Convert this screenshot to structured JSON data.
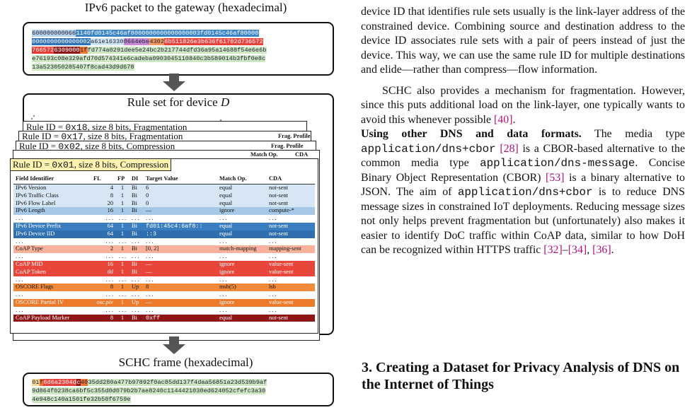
{
  "figure": {
    "top_title": "IPv6 packet to the gateway (hexadecimal)",
    "bottom_title": "SCHC frame (hexadecimal)",
    "ruleset_title": "Rule set for device",
    "ruleset_var": "D",
    "hex_top_lines": [
      [
        [
          "600000000066",
          "#b8d4ec"
        ],
        [
          "1140fd0145c46af8000000000000000003fd0145c46af80000",
          "#3d86c6"
        ]
      ],
      [
        [
          "0000000000000002",
          "#2f72b8"
        ],
        [
          "a61e16330",
          "#cfe6f7"
        ],
        [
          "0664ebe",
          "#c78bd6"
        ],
        [
          "4302",
          "#f39a5d"
        ],
        [
          "6b511826e3b636f61702d736572",
          "#e8413c"
        ]
      ],
      [
        [
          "766572",
          "#e53b33"
        ],
        [
          "6309000",
          "#8b1a1a"
        ],
        [
          "1f",
          "#ee7733"
        ],
        [
          "fd774a0291dee5e24bc2b217744dfd36a95a14688f54e6e6b",
          "#cfe8c4"
        ]
      ],
      [
        [
          "e76193c08e329afd70d574341e6cadeba0903045110840c3b589014b3fbf0e8c",
          "#cfe8c4"
        ]
      ],
      [
        [
          "13a523050285407f8cad43d9d678",
          "#cfe8c4"
        ]
      ]
    ],
    "hex_bottom_lines": [
      [
        [
          "01",
          "#f6d79a"
        ],
        [
          "f",
          "#ee7733"
        ],
        [
          "6d6a2304d",
          "#e8413c"
        ],
        [
          "c",
          "#8b1a1a"
        ],
        [
          "40",
          "#ee7733"
        ],
        [
          "35dd280a477b97892f0ac85dd137f4daa56851a23d539b9af",
          "#cfe8c4"
        ]
      ],
      [
        [
          "9d864f0238ca6bf5c355d0d079b2b7ae8240c1144421030ed624052cfefc3a30",
          "#cfe8c4"
        ]
      ],
      [
        [
          "4e948c140a1501fe32b50f6759e",
          "#cfe8c4"
        ]
      ]
    ],
    "rule_headers": [
      {
        "prefix": "Rule ID = ",
        "mono": "0x18",
        "suffix": ", size 8 bits, Fragmentation"
      },
      {
        "prefix": "Rule ID = ",
        "mono": "0x17",
        "suffix": ", size 8 bits, Fragmentation"
      },
      {
        "prefix": "Rule ID = ",
        "mono": "0x02",
        "suffix": ", size 8 bits, Compression"
      },
      {
        "prefix": "Rule ID = ",
        "mono": "0x01",
        "suffix": ", size 8 bits, Compression"
      }
    ],
    "frag_profile_1": "Frag. Profile",
    "frag_profile_2": "Frag. Profile",
    "back_match_op": "Match Op.",
    "back_cda": "CDA",
    "back_dots": ". . .",
    "columns": [
      "Field Identifier",
      "FL",
      "FP",
      "DI",
      "Target Value",
      "Match Op.",
      "CDA"
    ],
    "rows": [
      {
        "cells": [
          "IPv6 Version",
          "4",
          "1",
          "Bi",
          "6",
          "equal",
          "not-sent"
        ],
        "bg": "#d6e6f4",
        "fg": "#111"
      },
      {
        "cells": [
          "IPv6 Traffic Class",
          "8",
          "1",
          "Bi",
          "0",
          "equal",
          "not-sent"
        ],
        "bg": "#d6e6f4",
        "fg": "#111"
      },
      {
        "cells": [
          "IPv6 Flow Label",
          "20",
          "1",
          "Bi",
          "0",
          "equal",
          "not-sent"
        ],
        "bg": "#d6e6f4",
        "fg": "#111"
      },
      {
        "cells": [
          "IPv6 Length",
          "16",
          "1",
          "Bi",
          "—",
          "ignore",
          "compute-*"
        ],
        "bg": "#a7c8e6",
        "fg": "#111"
      },
      {
        "dots": true
      },
      {
        "cells": [
          "IPv6 Device Prefix",
          "64",
          "1",
          "Bi",
          "fd01:45c4:6af8::",
          "equal",
          "not-sent"
        ],
        "bg": "#3a7ebf",
        "fg": "#ffffff",
        "monoTV": true
      },
      {
        "cells": [
          "IPv6 Device IID",
          "64",
          "1",
          "Bi",
          "::3",
          "equal",
          "not-sent"
        ],
        "bg": "#2f6faf",
        "fg": "#ffffff",
        "monoTV": true
      },
      {
        "dots": true
      },
      {
        "cells": [
          "CoAP Type",
          "2",
          "1",
          "Bi",
          "[0, 2]",
          "match-mapping",
          "mapping-sent"
        ],
        "bg": "#f8b29b",
        "fg": "#111"
      },
      {
        "dots": true
      },
      {
        "cells": [
          "CoAP MID",
          "16",
          "1",
          "Bi",
          "—",
          "ignore",
          "value-sent"
        ],
        "bg": "#e8463a",
        "fg": "#ffffff"
      },
      {
        "cells": [
          "CoAP Token",
          "tkl",
          "1",
          "Bi",
          "—",
          "ignore",
          "value-sent"
        ],
        "bg": "#e8463a",
        "fg": "#ffffff",
        "italicFL": true
      },
      {
        "dots": true
      },
      {
        "cells": [
          "OSCORE Flags",
          "8",
          "1",
          "Up",
          "8",
          "msb(5)",
          "lsb"
        ],
        "bg": "#f28a3c",
        "fg": "#111"
      },
      {
        "dots": true
      },
      {
        "cells": [
          "OSCORE Partial IV",
          "osc.piv",
          "1",
          "Up",
          "—",
          "ignore",
          "value-sent"
        ],
        "bg": "#ec7a2a",
        "fg": "#ffffff",
        "italicFL": true
      },
      {
        "dots": true
      },
      {
        "cells": [
          "CoAP Payload Marker",
          "8",
          "1",
          "Bi",
          "0xff",
          "equal",
          "not-sent"
        ],
        "bg": "#8e1616",
        "fg": "#ffffff",
        "monoTV": true
      }
    ],
    "dots_row": [
      ". . .",
      ". . .",
      ". . .",
      ". . .",
      ". . .",
      ". . .",
      ". . ."
    ]
  },
  "text": {
    "p1": "device ID that identifies rule sets usually is the link-layer address of the constrained device. Combining source and destination address to the device ID associates rule sets with a pair of peers instead of just the device. This way, we can use the same rule ID for multiple destinations and elide—rather than compress—flow information.",
    "p2a": "SCHC also provides a mechanism for fragmentation. However, since this puts additional load on the link-layer, one typically wants to avoid this whenever possible ",
    "p2cite": "[40]",
    "p2b": ".",
    "p3_heading": "Using other DNS and data formats.",
    "p3_a": " The media type ",
    "p3_mono1": "application/dns+cbor",
    "p3_cite1": "[28]",
    "p3_b": " is a CBOR-based alternative to the common media type ",
    "p3_mono2": "application/dns-message",
    "p3_c": ". Concise Binary Object Representation (CBOR) ",
    "p3_cite2": "[53]",
    "p3_d": " is a binary alternative to JSON. The aim of ",
    "p3_mono3": "application/dns+cbor",
    "p3_e": " is to reduce DNS message sizes in constrained IoT deployments. Reducing message sizes not only helps prevent fragmentation but (unfortunately) also makes it easier to identify DoC traffic within CoAP data, similar to how DoH can be recognized within HTTPS traffic ",
    "p3_cite3": "[32]",
    "p3_dash": "–",
    "p3_cite4": "[34]",
    "p3_comma": ", ",
    "p3_cite5": "[36]",
    "p3_end": ".",
    "section_heading": "3. Creating a Dataset for Privacy Analysis of DNS on the Internet of Things"
  }
}
